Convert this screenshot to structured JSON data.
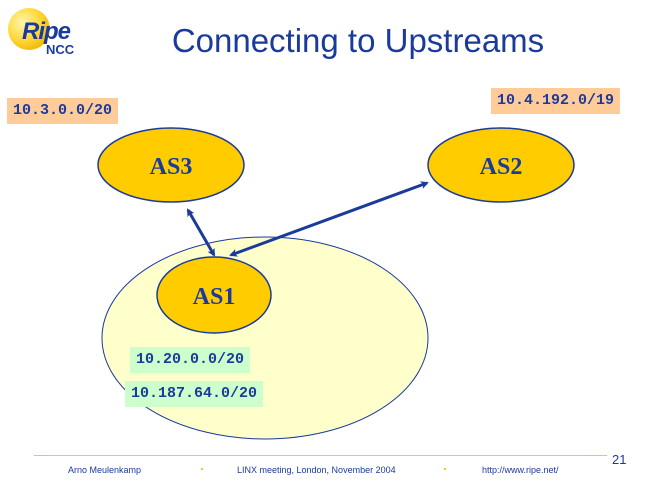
{
  "logo": {
    "name": "Ripe",
    "sub": "NCC"
  },
  "title": "Connecting to Upstreams",
  "nodes": {
    "as3": {
      "label": "AS3"
    },
    "as2": {
      "label": "AS2"
    },
    "as1": {
      "label": "AS1"
    }
  },
  "prefixes": {
    "as3": "10.3.0.0/20",
    "as2": "10.4.192.0/19",
    "as1_a": "10.20.0.0/20",
    "as1_b": "10.187.64.0/20"
  },
  "colors": {
    "node_fill": "#ffcc00",
    "node_stroke": "#1a3a9c",
    "region_fill": "#ffffcc",
    "arrow": "#1a3a9c",
    "prefix_upstream_bg": "#ffcc99",
    "prefix_customer_bg": "#ccffcc"
  },
  "footer": {
    "author": "Arno Meulenkamp",
    "event": "LINX meeting, London, November 2004",
    "url": "http://www.ripe.net/",
    "slide_number": "21"
  }
}
